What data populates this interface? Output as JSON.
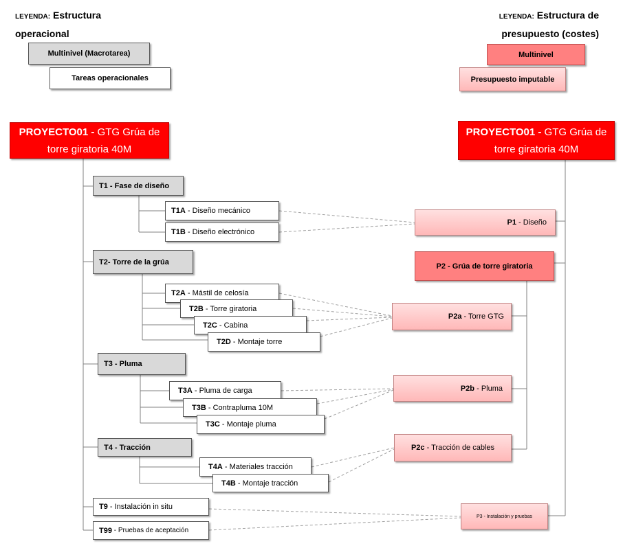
{
  "legend_left": {
    "prefix": "LEYENDA:",
    "title_line1": "Estructura",
    "title_line2": "operacional",
    "multilevel": "Multinivel (Macrotarea)",
    "tasks": "Tareas operacionales"
  },
  "legend_right": {
    "prefix": "LEYENDA:",
    "title_line1": "Estructura de",
    "title_line2": "presupuesto (costes)",
    "multilevel": "Multinivel",
    "budget": "Presupuesto imputable"
  },
  "project_left": {
    "code": "PROYECTO01 -",
    "name": "GTG Grúa de torre giratoria 40M"
  },
  "project_right": {
    "code": "PROYECTO01 -",
    "name": "GTG Grúa de torre giratoria 40M"
  },
  "tasks": {
    "t1": {
      "code": "T1",
      "label": "- Fase de diseño"
    },
    "t1a": {
      "code": "T1A",
      "label": "- Diseño mecánico"
    },
    "t1b": {
      "code": "T1B",
      "label": "- Diseño electrónico"
    },
    "t2": {
      "code": "T2",
      "label": "- Torre de la grúa"
    },
    "t2a": {
      "code": "T2A",
      "label": "- Mástil de celosía"
    },
    "t2b": {
      "code": "T2B",
      "label": "- Torre giratoria"
    },
    "t2c": {
      "code": "T2C",
      "label": "- Cabina"
    },
    "t2d": {
      "code": "T2D",
      "label": "- Montaje torre"
    },
    "t3": {
      "code": "T3",
      "label": "- Pluma"
    },
    "t3a": {
      "code": "T3A",
      "label": "- Pluma de carga"
    },
    "t3b": {
      "code": "T3B",
      "label": "- Contrapluma 10M"
    },
    "t3c": {
      "code": "T3C",
      "label": "- Montaje pluma"
    },
    "t4": {
      "code": "T4",
      "label": "- Tracción"
    },
    "t4a": {
      "code": "T4A",
      "label": "- Materiales tracción"
    },
    "t4b": {
      "code": "T4B",
      "label": "- Montaje tracción"
    },
    "t9": {
      "code": "T9",
      "label": "- Instalación in situ"
    },
    "t99": {
      "code": "T99",
      "label": "- Pruebas de aceptación"
    }
  },
  "budget": {
    "p1": {
      "code": "P1",
      "label": "- Diseño"
    },
    "p2": {
      "code": "P2",
      "label": "- Grúa de torre giratoria"
    },
    "p2a": {
      "code": "P2a",
      "label": "- Torre GTG"
    },
    "p2b": {
      "code": "P2b",
      "label": "- Pluma"
    },
    "p2c": {
      "code": "P2c",
      "label": "- Tracción de cables"
    },
    "p3": {
      "code": "P3",
      "label": "- Instalación y pruebas"
    }
  },
  "colors": {
    "project": "#ff0000",
    "budget_multilevel": "#ff8080",
    "budget_item": "#ffc8c8",
    "macrotask": "#d9d9d9",
    "task": "#ffffff"
  }
}
